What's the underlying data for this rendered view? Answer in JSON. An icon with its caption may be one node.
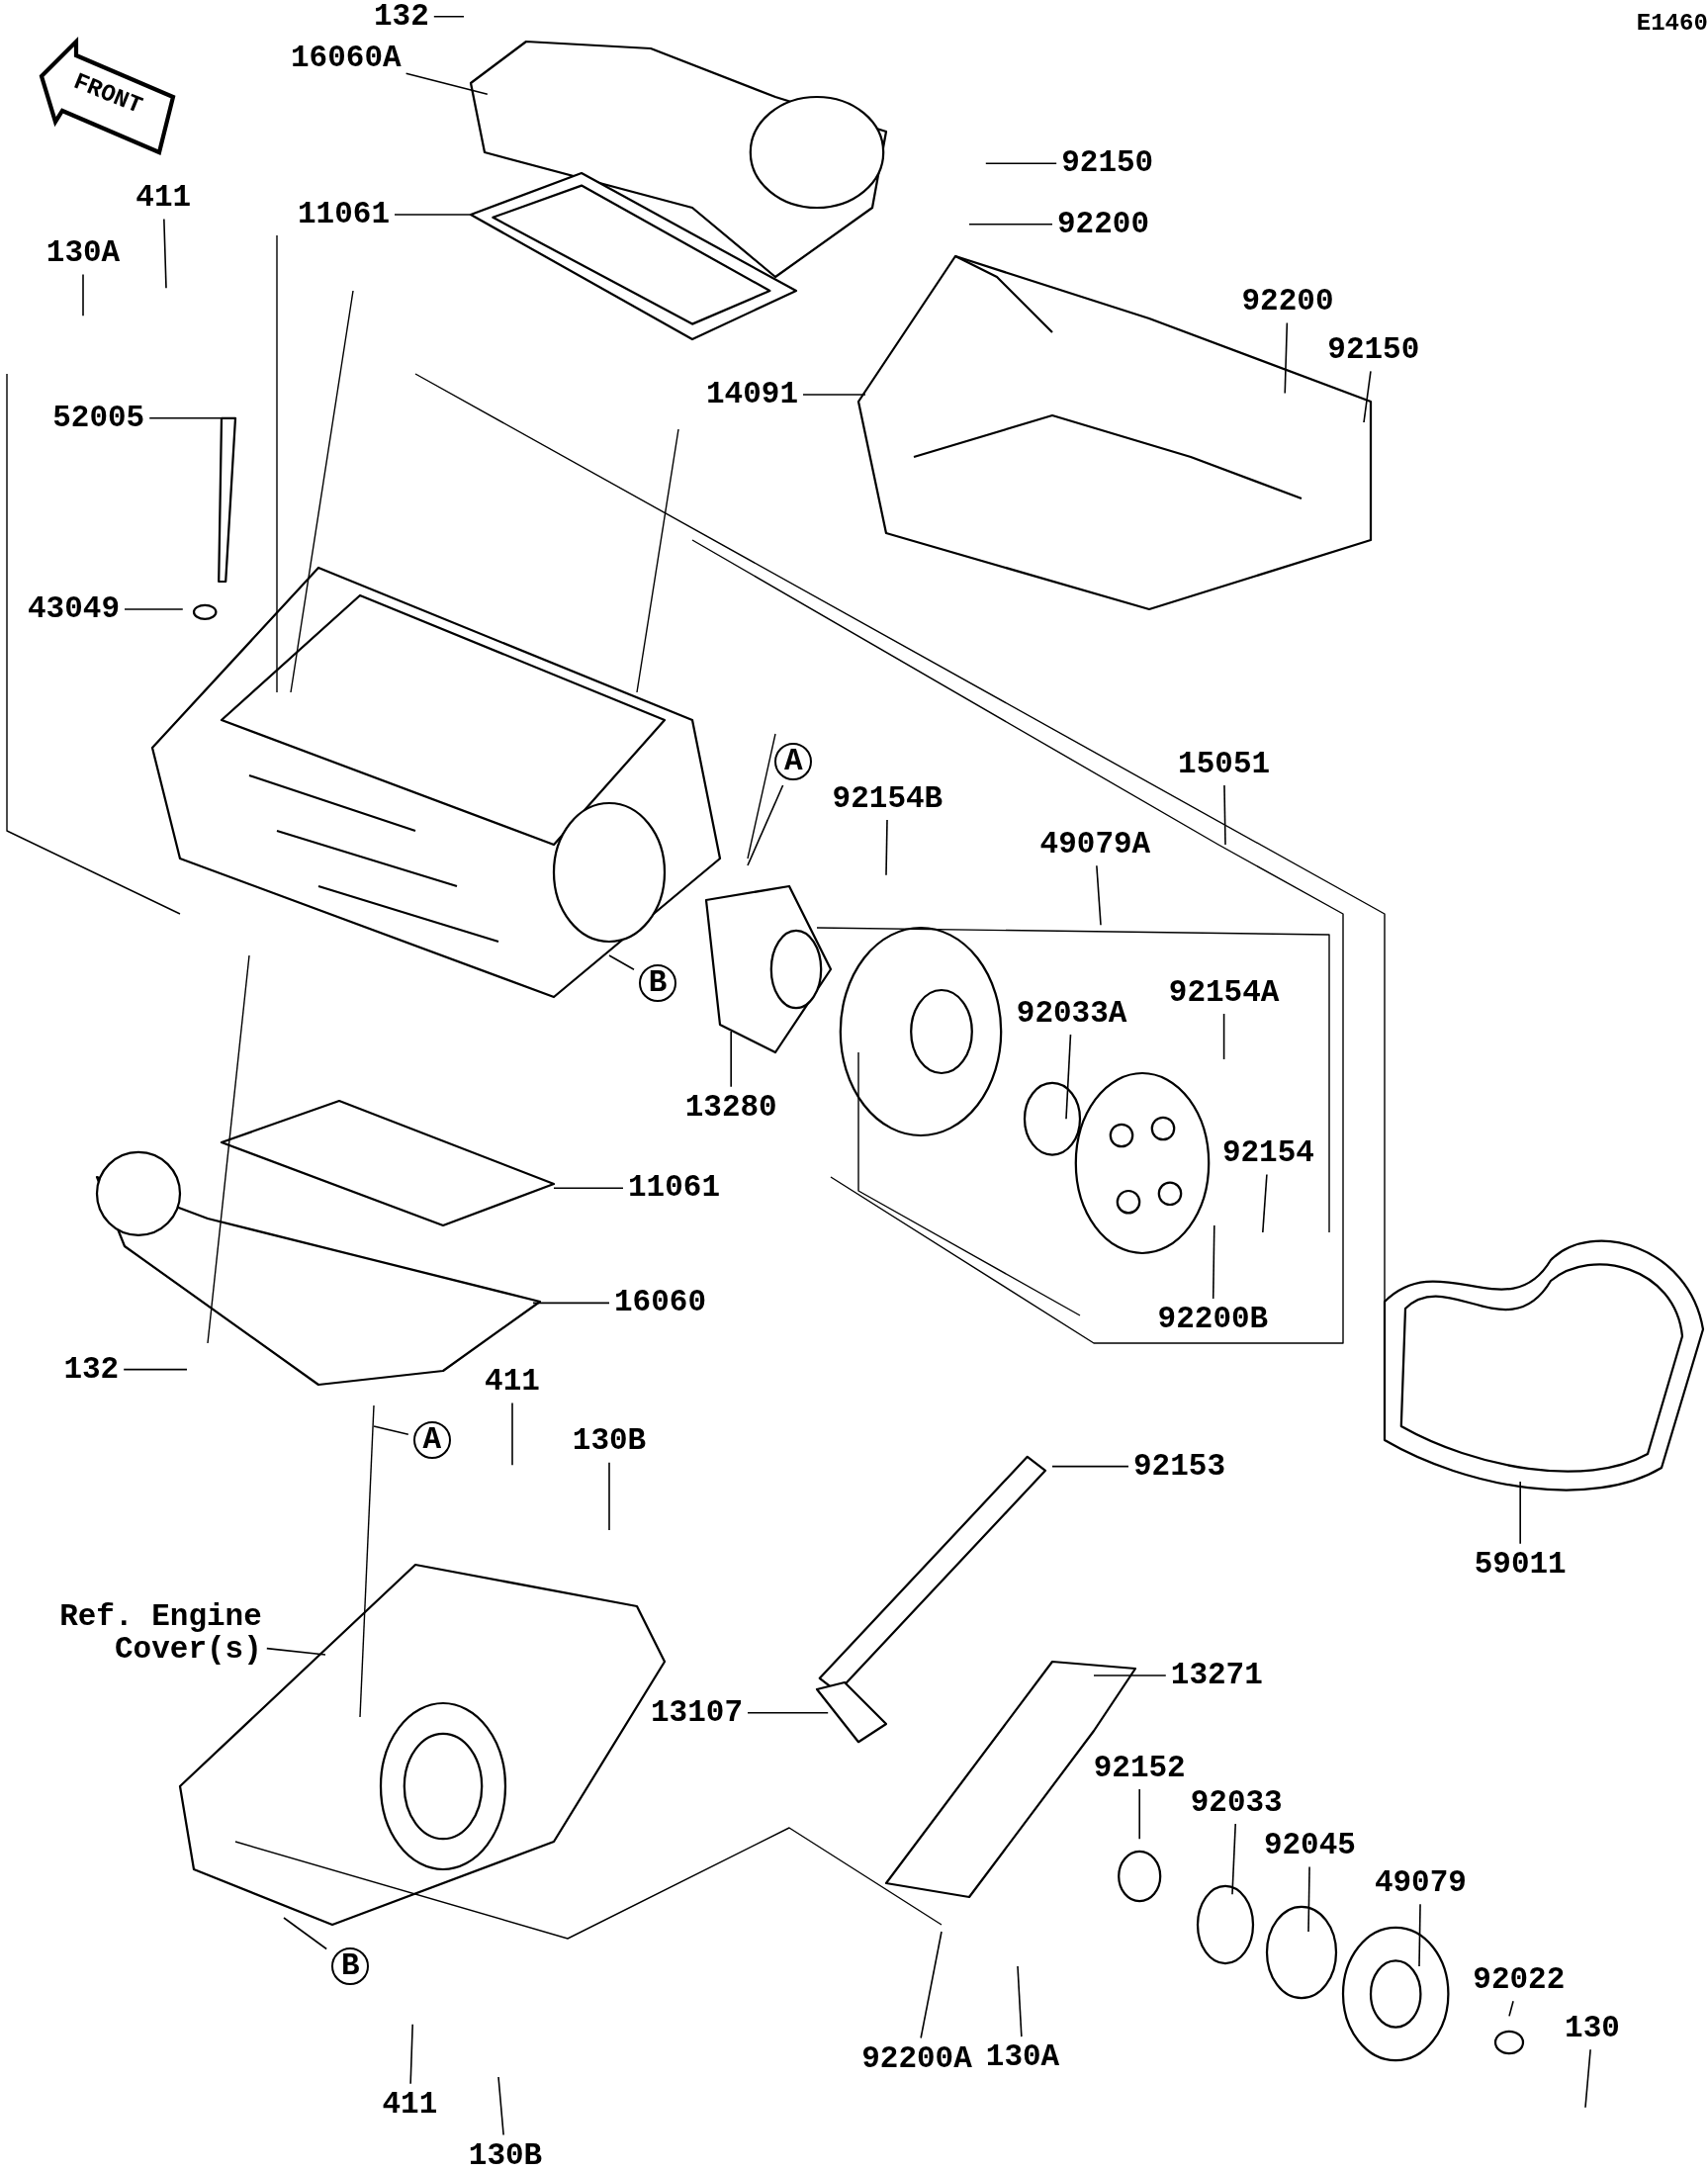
{
  "diagram": {
    "nodes": [
      {
        "text": [
          "132"
        ]
      },
      {
        "text": [
          "16060A"
        ]
      },
      {
        "text": [
          "11061"
        ]
      },
      {
        "text": [
          "411"
        ]
      },
      {
        "text": [
          "130A"
        ]
      },
      {
        "text": [
          "52005"
        ]
      },
      {
        "text": [
          "43049"
        ]
      },
      {
        "text": [
          "92150"
        ]
      },
      {
        "text": [
          "92200"
        ]
      },
      {
        "text": [
          "92200"
        ]
      },
      {
        "text": [
          "92150"
        ]
      },
      {
        "text": [
          "14091"
        ]
      },
      {
        "text": [
          "15051"
        ]
      },
      {
        "text": [
          "92154B"
        ]
      },
      {
        "text": [
          "49079A"
        ]
      },
      {
        "text": [
          "92033A"
        ]
      },
      {
        "text": [
          "92154A"
        ]
      },
      {
        "text": [
          "92154"
        ]
      },
      {
        "text": [
          "92200B"
        ]
      },
      {
        "text": [
          "13280"
        ]
      },
      {
        "text": [
          "11061"
        ]
      },
      {
        "text": [
          "16060"
        ]
      },
      {
        "text": [
          "132"
        ]
      },
      {
        "text": [
          "411"
        ]
      },
      {
        "text": [
          "130B"
        ]
      },
      {
        "text": [
          "92153"
        ]
      },
      {
        "text": [
          "59011"
        ]
      },
      {
        "text": [
          "Ref. Engine Cover(s)"
        ]
      },
      {
        "text": [
          "13271"
        ]
      },
      {
        "text": [
          "13107"
        ]
      },
      {
        "text": [
          "92152"
        ]
      },
      {
        "text": [
          "92033"
        ]
      },
      {
        "text": [
          "92045"
        ]
      },
      {
        "text": [
          "49079"
        ]
      },
      {
        "text": [
          "92022"
        ]
      },
      {
        "text": [
          "130"
        ]
      },
      {
        "text": [
          "92200A"
        ]
      },
      {
        "text": [
          "130A"
        ]
      },
      {
        "text": [
          "411"
        ]
      },
      {
        "text": [
          "130B"
        ]
      },
      {
        "text": [
          "A"
        ]
      },
      {
        "text": [
          "B"
        ]
      },
      {
        "text": [
          "A"
        ]
      },
      {
        "text": [
          "B"
        ]
      }
    ],
    "edges": [
      {
        "from": 0,
        "to": null,
        "arrow": "none"
      },
      {
        "from": 1,
        "to": null,
        "arrow": "none"
      },
      {
        "from": 2,
        "to": null,
        "arrow": "none"
      },
      {
        "from": 3,
        "to": null,
        "arrow": "none"
      },
      {
        "from": 4,
        "to": null,
        "arrow": "none"
      },
      {
        "from": 5,
        "to": null,
        "arrow": "none"
      },
      {
        "from": 6,
        "to": null,
        "arrow": "none"
      },
      {
        "from": 7,
        "to": null,
        "arrow": "none"
      },
      {
        "from": 8,
        "to": null,
        "arrow": "none"
      },
      {
        "from": 9,
        "to": null,
        "arrow": "none"
      },
      {
        "from": 10,
        "to": null,
        "arrow": "none"
      },
      {
        "from": 11,
        "to": null,
        "arrow": "none"
      },
      {
        "from": 12,
        "to": null,
        "arrow": "none"
      },
      {
        "from": 13,
        "to": null,
        "arrow": "none"
      },
      {
        "from": 14,
        "to": null,
        "arrow": "none"
      },
      {
        "from": 15,
        "to": null,
        "arrow": "none"
      },
      {
        "from": 16,
        "to": null,
        "arrow": "none"
      },
      {
        "from": 17,
        "to": null,
        "arrow": "none"
      },
      {
        "from": 18,
        "to": null,
        "arrow": "none"
      },
      {
        "from": 19,
        "to": null,
        "arrow": "none"
      },
      {
        "from": 20,
        "to": null,
        "arrow": "none"
      },
      {
        "from": 21,
        "to": null,
        "arrow": "none"
      },
      {
        "from": 22,
        "to": null,
        "arrow": "none"
      },
      {
        "from": 23,
        "to": null,
        "arrow": "none"
      },
      {
        "from": 24,
        "to": null,
        "arrow": "none"
      },
      {
        "from": 25,
        "to": null,
        "arrow": "none"
      },
      {
        "from": 26,
        "to": null,
        "arrow": "none"
      },
      {
        "from": 27,
        "to": null,
        "arrow": "none"
      },
      {
        "from": 28,
        "to": null,
        "arrow": "none"
      },
      {
        "from": 29,
        "to": null,
        "arrow": "none"
      },
      {
        "from": 30,
        "to": null,
        "arrow": "none"
      },
      {
        "from": 31,
        "to": null,
        "arrow": "none"
      },
      {
        "from": 32,
        "to": null,
        "arrow": "none"
      },
      {
        "from": 33,
        "to": null,
        "arrow": "none"
      },
      {
        "from": 34,
        "to": null,
        "arrow": "none"
      },
      {
        "from": 35,
        "to": null,
        "arrow": "none"
      },
      {
        "from": 36,
        "to": null,
        "arrow": "none"
      },
      {
        "from": 37,
        "to": null,
        "arrow": "none"
      },
      {
        "from": 38,
        "to": null,
        "arrow": "none"
      },
      {
        "from": 39,
        "to": null,
        "arrow": "none"
      },
      {
        "from": 40,
        "to": null,
        "arrow": "none"
      },
      {
        "from": 41,
        "to": null,
        "arrow": "none"
      },
      {
        "from": 42,
        "to": null,
        "arrow": "none"
      },
      {
        "from": 43,
        "to": null,
        "arrow": "none"
      }
    ],
    "labels": [
      "E1460",
      "FRONT"
    ]
  }
}
